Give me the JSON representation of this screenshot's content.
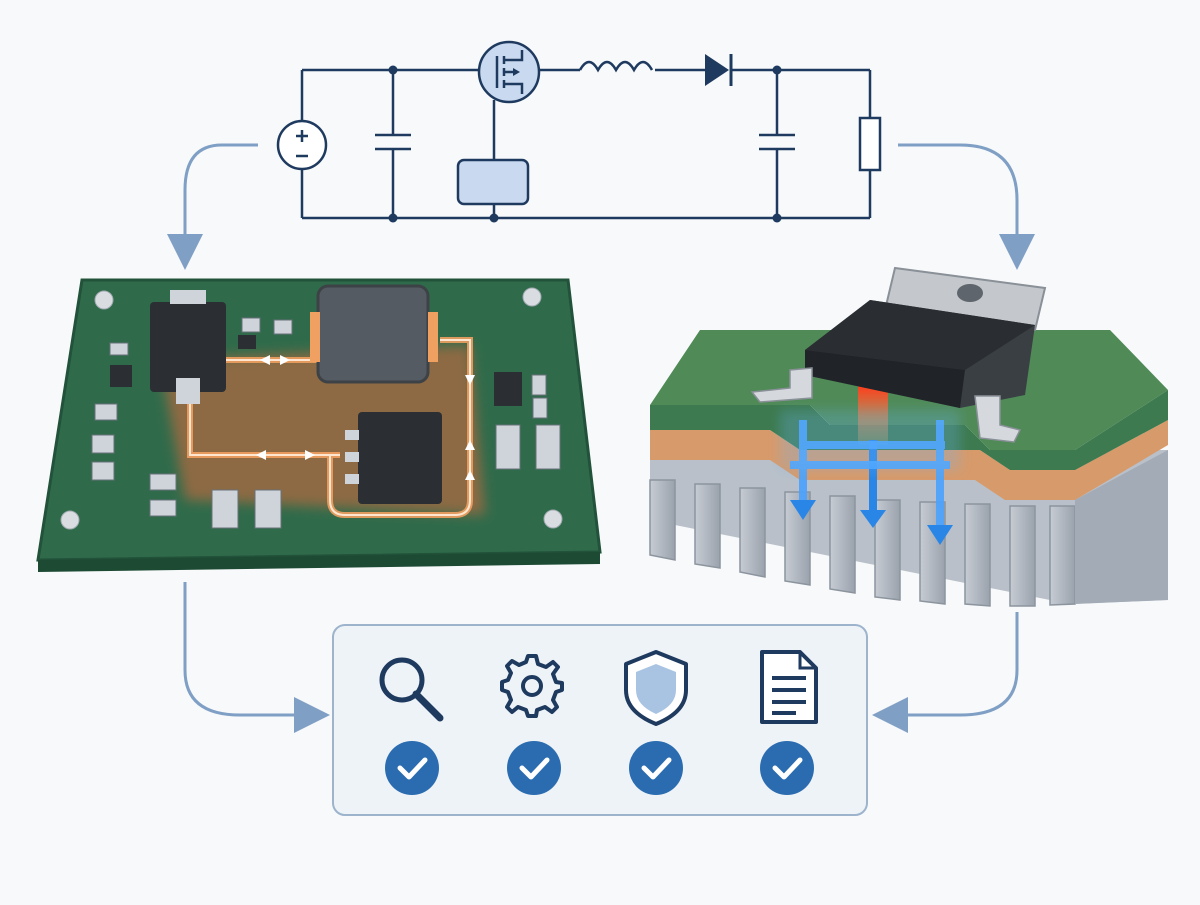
{
  "schematic": {
    "components": [
      "dc-voltage-source",
      "input-capacitor",
      "mosfet-switch",
      "gate-driver",
      "inductor",
      "diode",
      "output-capacitor",
      "load-resistor"
    ]
  },
  "pcb": {
    "description_icons": [
      "power-ic",
      "inductor",
      "switch-ic"
    ]
  },
  "thermal": {
    "layers": [
      "component-package",
      "pcb-green",
      "copper-layer",
      "heatsink-fins"
    ]
  },
  "checklist": {
    "items": [
      {
        "icon": "magnifier-icon",
        "checked": true
      },
      {
        "icon": "gear-icon",
        "checked": true
      },
      {
        "icon": "shield-icon",
        "checked": true
      },
      {
        "icon": "document-icon",
        "checked": true
      }
    ]
  },
  "colors": {
    "line": "#1f3a5f",
    "arrow": "#7f9fc5",
    "pcb": "#2f6b4b",
    "heat": "#ff5a2a",
    "cool": "#4aa3ff",
    "check": "#2b6cb0"
  }
}
